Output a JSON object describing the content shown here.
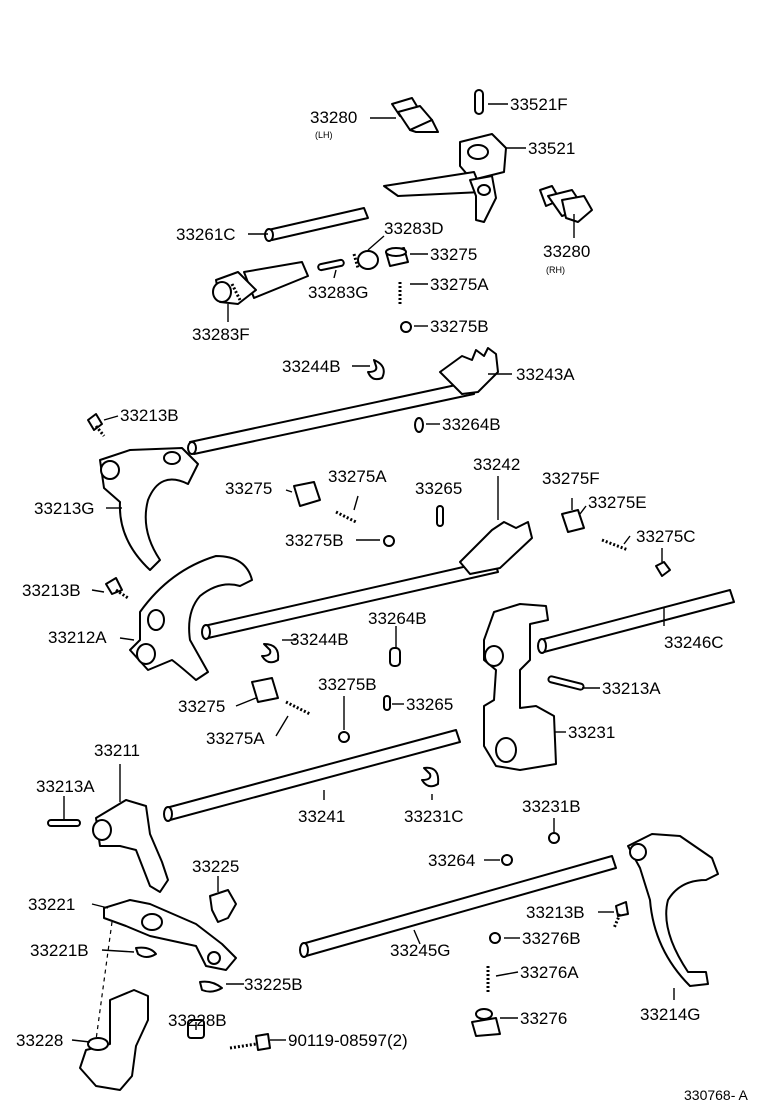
{
  "figure": {
    "reference": "330768- A"
  },
  "labels": {
    "p33280_lh": "33280",
    "p33280_lh_sub": "(LH)",
    "p33521f": "33521F",
    "p33521": "33521",
    "p33280_rh": "33280",
    "p33280_rh_sub": "(RH)",
    "p33261c": "33261C",
    "p33283d": "33283D",
    "p33275_top": "33275",
    "p33283g": "33283G",
    "p33275a_top": "33275A",
    "p33283f": "33283F",
    "p33275b_top": "33275B",
    "p33244b_top": "33244B",
    "p33243a": "33243A",
    "p33213b_top": "33213B",
    "p33264b_top": "33264B",
    "p33213g": "33213G",
    "p33275_mid": "33275",
    "p33275a_mid": "33275A",
    "p33265_top": "33265",
    "p33242": "33242",
    "p33275f": "33275F",
    "p33275e": "33275E",
    "p33275b_mid": "33275B",
    "p33275c": "33275C",
    "p33213b_mid": "33213B",
    "p33212a": "33212A",
    "p33244b_mid": "33244B",
    "p33264b_mid": "33264B",
    "p33246c": "33246C",
    "p33213a_right": "33213A",
    "p33275_low": "33275",
    "p33275b_low": "33275B",
    "p33265_low": "33265",
    "p33275a_low": "33275A",
    "p33231": "33231",
    "p33211": "33211",
    "p33213a_left": "33213A",
    "p33241": "33241",
    "p33231c": "33231C",
    "p33231b": "33231B",
    "p33264": "33264",
    "p33225": "33225",
    "p33221": "33221",
    "p33213b_low": "33213B",
    "p33221b": "33221B",
    "p33276b": "33276B",
    "p33245g": "33245G",
    "p33276a": "33276A",
    "p33225b": "33225B",
    "p33214g": "33214G",
    "p33228": "33228",
    "p33228b": "33228B",
    "p90119": "90119-08597(2)",
    "p33276": "33276"
  }
}
